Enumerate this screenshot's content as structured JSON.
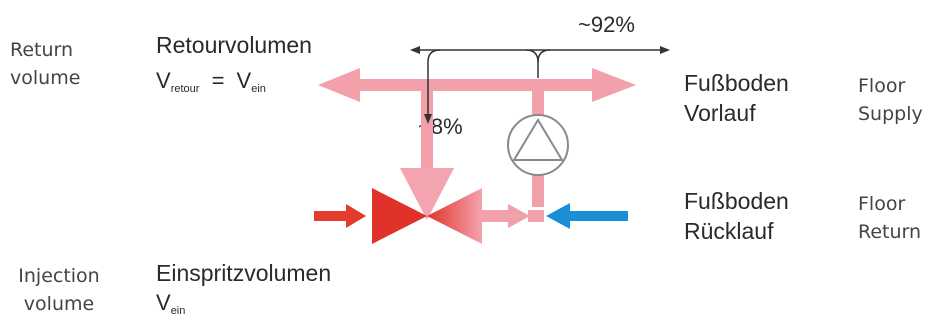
{
  "labels": {
    "return_volume_en": [
      "Return",
      "volume"
    ],
    "injection_volume_en": [
      "Injection",
      "volume"
    ],
    "retour_title": "Retourvolumen",
    "retour_formula": {
      "v1": "V",
      "s1": "retour",
      "eq": "=",
      "v2": "V",
      "s2": "ein"
    },
    "einspritz_title": "Einspritzvolumen",
    "einspritz_formula": {
      "v": "V",
      "s": "ein"
    },
    "floor_supply_de": [
      "Fußboden",
      "Vorlauf"
    ],
    "floor_supply_en": [
      "Floor",
      "Supply"
    ],
    "floor_return_de": [
      "Fußboden",
      "Rücklauf"
    ],
    "floor_return_en": [
      "Floor",
      "Return"
    ],
    "pct_92": "~92%",
    "pct_8": "~8%"
  },
  "colors": {
    "pipe_pink": "#f2a0aa",
    "valve_red": "#e0322a",
    "valve_pink": "#f4a4ae",
    "inlet_red": "#e33b2e",
    "inlet_blue": "#1b8fd6",
    "pump_outline": "#888888",
    "flow_line": "#333333"
  },
  "icons": {
    "pump": "pump-symbol",
    "mixing_valve": "three-way-valve"
  }
}
